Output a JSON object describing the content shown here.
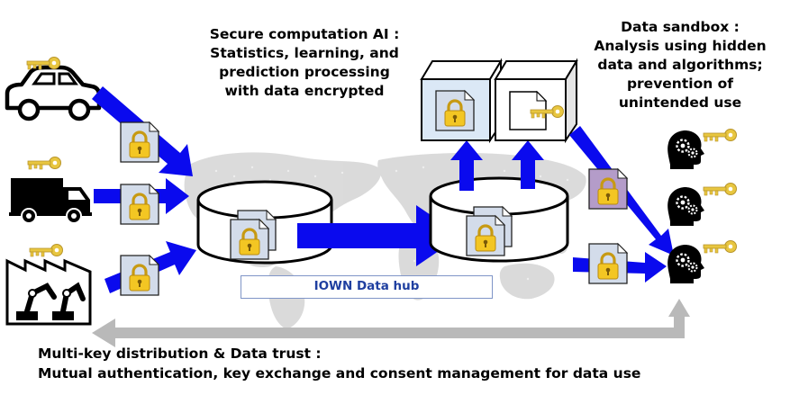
{
  "captions": {
    "secure_computation": [
      "Secure computation AI :",
      "Statistics, learning, and",
      "prediction processing",
      "with data encrypted"
    ],
    "data_sandbox": [
      "Data sandbox :",
      "Analysis using hidden",
      "data and algorithms;",
      "prevention of",
      "unintended use"
    ],
    "key_distribution": [
      "Multi-key distribution & Data trust :",
      "Mutual authentication, key exchange and consent management for data use"
    ]
  },
  "hub_label": "IOWN Data hub",
  "sources": [
    {
      "name": "car",
      "icon": "car-icon"
    },
    {
      "name": "truck",
      "icon": "truck-icon"
    },
    {
      "name": "factory",
      "icon": "factory-robot-icon"
    }
  ],
  "users": [
    "user-head-gears-icon",
    "user-head-gears-icon",
    "user-head-gears-icon"
  ],
  "colors": {
    "arrow_blue": "#0a0aee",
    "return_arrow_gray": "#b9b9b9",
    "key_gold": "#e8c640",
    "lock_gold": "#f3c623",
    "doc_fill": "#d3dcea",
    "doc_purple": "#b49cc9",
    "cube_blue_face": "#dbe8f6",
    "map_gray": "#d9d9d9",
    "hub_text": "#1f3fa0"
  }
}
